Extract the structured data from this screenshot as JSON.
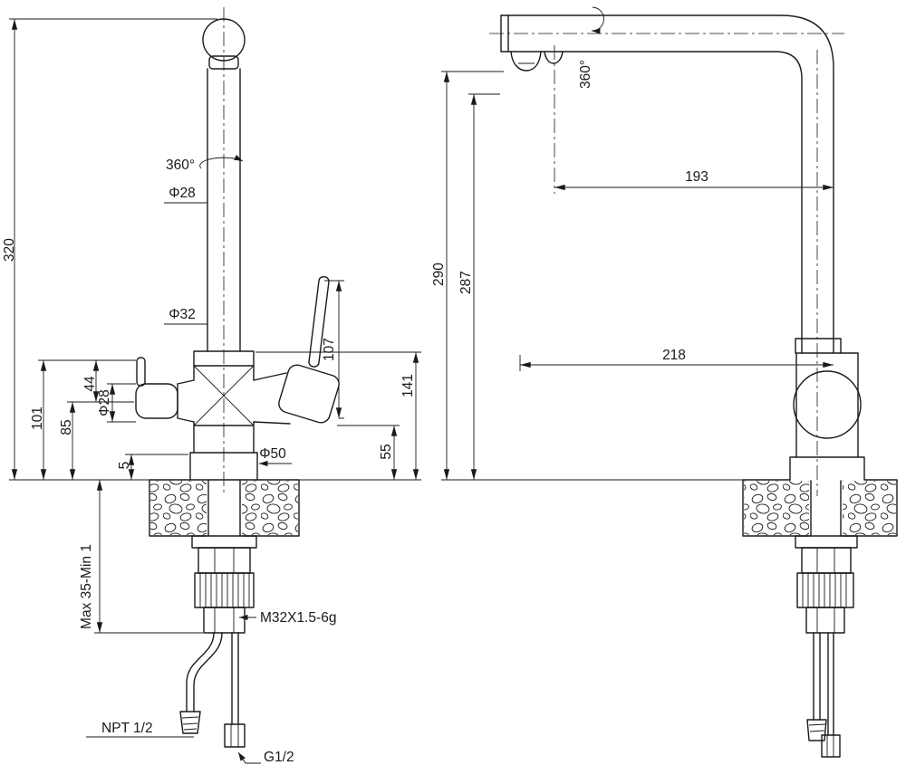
{
  "drawing": {
    "colors": {
      "ink": "#1a1a1a",
      "background": "#ffffff"
    }
  },
  "front_view": {
    "labels": {
      "swivel": "360°",
      "spout_dia": "Φ28",
      "overall_height": "320",
      "body_dia": "Φ32",
      "dim_101": "101",
      "dim_85": "85",
      "dim_44": "44",
      "handle_dia": "Φ28",
      "dim_5": "5",
      "dim_107": "107",
      "dim_141": "141",
      "dim_55": "55",
      "base_dia": "Φ50",
      "mounting_range": "Max 35-Min 1",
      "shank_thread": "M32X1.5-6g",
      "inlet_thread_npt": "NPT 1/2",
      "inlet_thread_g": "G1/2"
    }
  },
  "side_view": {
    "labels": {
      "swivel": "360°",
      "reach_193": "193",
      "height_290": "290",
      "height_287": "287",
      "reach_218": "218"
    }
  }
}
